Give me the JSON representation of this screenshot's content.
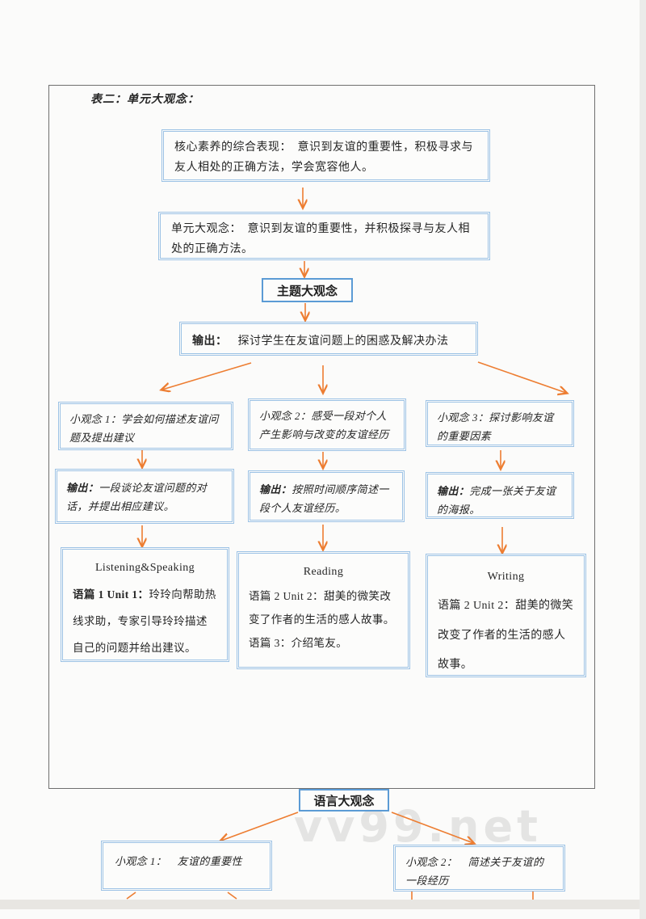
{
  "title": "表二：单元大观念：",
  "watermark": "vv99.net",
  "colors": {
    "box_border_light": "#9CC2E5",
    "box_border_strong": "#5B9BD5",
    "arrow": "#ED7D31"
  },
  "boxes": {
    "core": "核心素养的综合表现：　意识到友谊的重要性，积极寻求与友人相处的正确方法，学会宽容他人。",
    "unit": "单元大观念：　意识到友谊的重要性，并积极探寻与友人相处的正确方法。",
    "theme": "主题大观念",
    "main_output": {
      "lead": "输出：",
      "text": "探讨学生在友谊问题上的困惑及解决办法"
    },
    "concepts": [
      "小观念 1：学会如何描述友谊问题及提出建议",
      "小观念 2：感受一段对个人产生影响与改变的友谊经历",
      "小观念 3：探讨影响友谊的重要因素"
    ],
    "outputs": [
      {
        "lead": "输出：",
        "text": "一段谈论友谊问题的对话，并提出相应建议。"
      },
      {
        "lead": "输出：",
        "text": "按照时间顺序简述一段个人友谊经历。"
      },
      {
        "lead": "输出：",
        "text": "完成一张关于友谊的海报。"
      }
    ],
    "skills": [
      {
        "title": "Listening&Speaking",
        "paras": [
          {
            "lead": "语篇 1 Unit 1：",
            "text": "玲玲向帮助热线求助，专家引导玲玲描述自己的问题并给出建议。"
          }
        ]
      },
      {
        "title": "Reading",
        "paras": [
          {
            "lead": "语篇 2 Unit 2：",
            "text": "甜美的微笑改变了作者的生活的感人故事。"
          },
          {
            "lead": "语篇 3：",
            "text": "介绍笔友。"
          }
        ]
      },
      {
        "title": "Writing",
        "paras": [
          {
            "lead": "语篇 2 Unit 2：",
            "text": "甜美的微笑改变了作者的生活的感人故事。"
          }
        ]
      }
    ],
    "language": "语言大观念",
    "lang_concepts": [
      "小观念 1：　友谊的重要性",
      "小观念 2：　简述关于友谊的一段经历"
    ]
  }
}
